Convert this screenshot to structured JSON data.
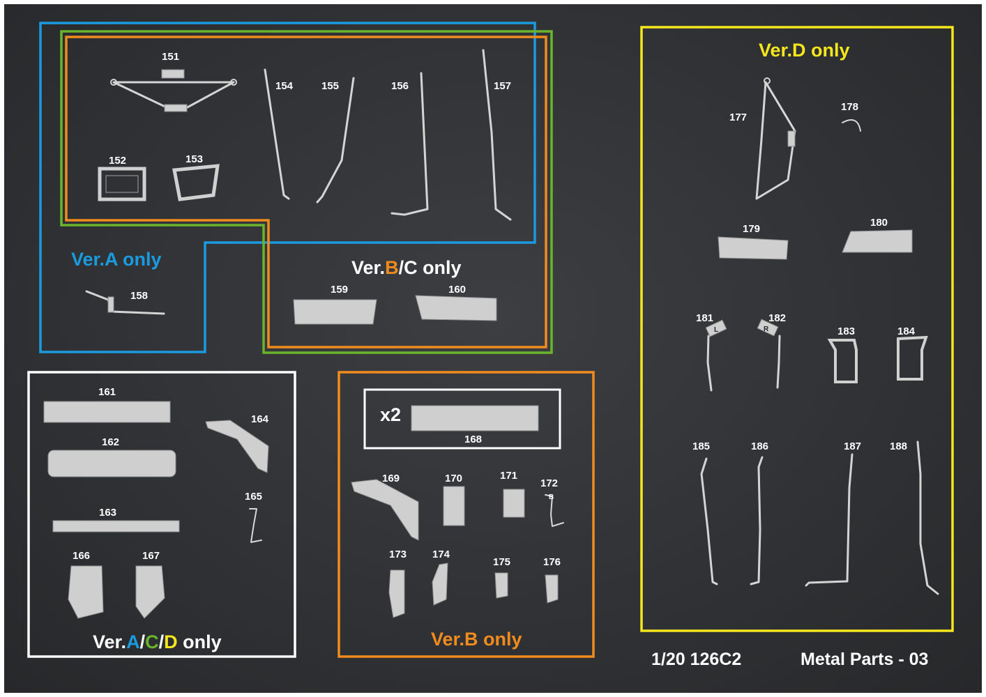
{
  "colors": {
    "background": "#303235",
    "ver_a": "#1a9be0",
    "ver_b": "#f08c1e",
    "ver_c": "#6ab42d",
    "ver_d": "#f5e61e",
    "white": "#ffffff"
  },
  "sections": {
    "ver_a_only": "Ver.A only",
    "ver_bc_only": {
      "prefix": "Ver.",
      "b": "B",
      "sep": "/C only"
    },
    "ver_d_only": "Ver.D only",
    "ver_acd_only": {
      "prefix": "Ver.",
      "a": "A",
      "s1": "/",
      "c": "C",
      "s2": "/",
      "d": "D",
      "suffix": " only"
    },
    "ver_b_only": "Ver.B only"
  },
  "multiplier": "x2",
  "parts": {
    "p151": "151",
    "p152": "152",
    "p153": "153",
    "p154": "154",
    "p155": "155",
    "p156": "156",
    "p157": "157",
    "p158": "158",
    "p159": "159",
    "p160": "160",
    "p161": "161",
    "p162": "162",
    "p163": "163",
    "p164": "164",
    "p165": "165",
    "p166": "166",
    "p167": "167",
    "p168": "168",
    "p169": "169",
    "p170": "170",
    "p171": "171",
    "p172": "172",
    "p173": "173",
    "p174": "174",
    "p175": "175",
    "p176": "176",
    "p177": "177",
    "p178": "178",
    "p179": "179",
    "p180": "180",
    "p181": "181",
    "p182": "182",
    "p183": "183",
    "p184": "184",
    "p185": "185",
    "p186": "186",
    "p187": "187",
    "p188": "188"
  },
  "marks": {
    "left": "L",
    "right": "R",
    "b": "B"
  },
  "footer": {
    "scale": "1/20 126C2",
    "title": "Metal Parts - 03"
  }
}
